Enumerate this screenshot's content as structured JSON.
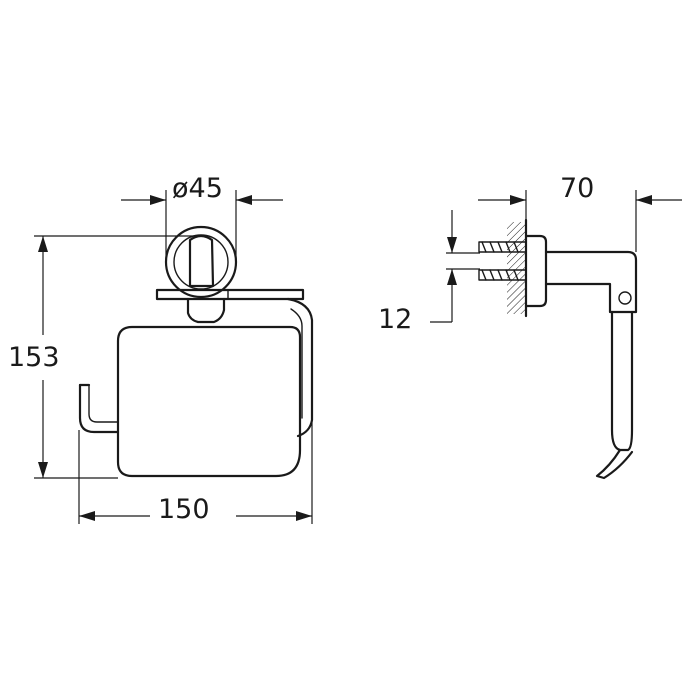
{
  "drawing": {
    "dimensions": {
      "diameter": "ø45",
      "height": "153",
      "width": "150",
      "depth": "70",
      "fixing_gap": "12"
    }
  }
}
